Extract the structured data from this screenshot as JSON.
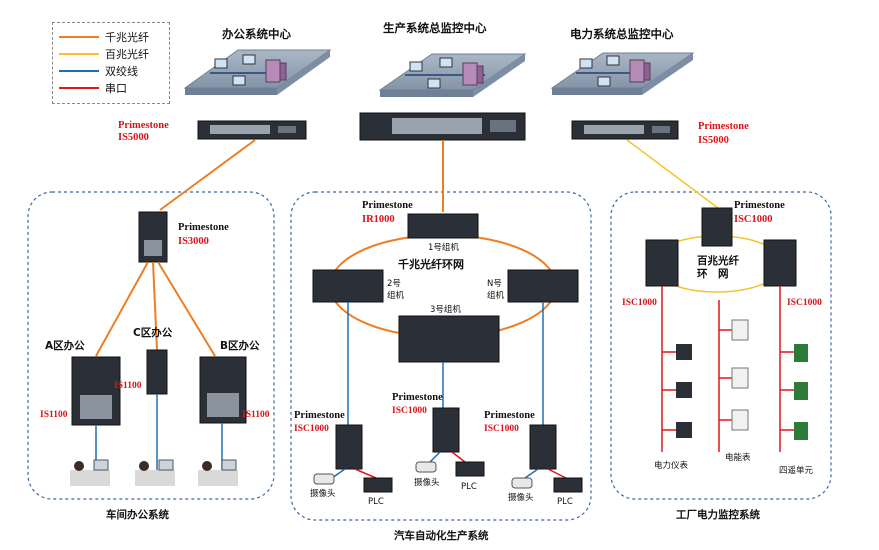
{
  "legend": {
    "items": [
      {
        "label": "千兆光纤",
        "color": "#ef7d22"
      },
      {
        "label": "百兆光纤",
        "color": "#f6c22b"
      },
      {
        "label": "双绞线",
        "color": "#1f6fb0"
      },
      {
        "label": "串口",
        "color": "#e0171d"
      }
    ]
  },
  "centers": {
    "office": "办公系统中心",
    "production": "生产系统总监控中心",
    "power": "电力系统总监控中心"
  },
  "switches": {
    "is5000_left_brand": "Primestone",
    "is5000_left_model": "IS5000",
    "is5000_right_brand": "Primestone",
    "is5000_right_model": "IS5000",
    "is3000_brand": "Primestone",
    "is3000_model": "IS3000",
    "ir1000_brand": "Primestone",
    "ir1000_model": "IR1000",
    "isc1000_top_brand": "Primestone",
    "isc1000_top_model": "ISC1000"
  },
  "office_zone": {
    "a": "A区办公",
    "c": "C区办公",
    "b": "B区办公",
    "is1100_a": "IS1100",
    "is1100_c": "IS1100",
    "is1100_b": "IS1100",
    "title": "车间办公系统"
  },
  "production_zone": {
    "ring": "千兆光纤环网",
    "group1": "1号组机",
    "group2_line1": "2号",
    "group2_line2": "组机",
    "groupn_line1": "N号",
    "groupn_line2": "组机",
    "group3": "3号组机",
    "node_left_brand": "Primestone",
    "node_left_model": "ISC1000",
    "node_mid_brand": "Primestone",
    "node_mid_model": "ISC1000",
    "node_right_brand": "Primestone",
    "node_right_model": "ISC1000",
    "camera_left": "摄像头",
    "plc_left": "PLC",
    "camera_mid": "摄像头",
    "plc_mid": "PLC",
    "camera_right": "摄像头",
    "plc_right": "PLC",
    "title": "汽车自动化生产系统"
  },
  "power_zone": {
    "ring_line1": "百兆光纤",
    "ring_line2": "环　网",
    "isc_left": "ISC1000",
    "isc_right": "ISC1000",
    "meter1": "电力仪表",
    "meter2": "电能表",
    "meter3": "四遥单元",
    "title": "工厂电力监控系统"
  }
}
